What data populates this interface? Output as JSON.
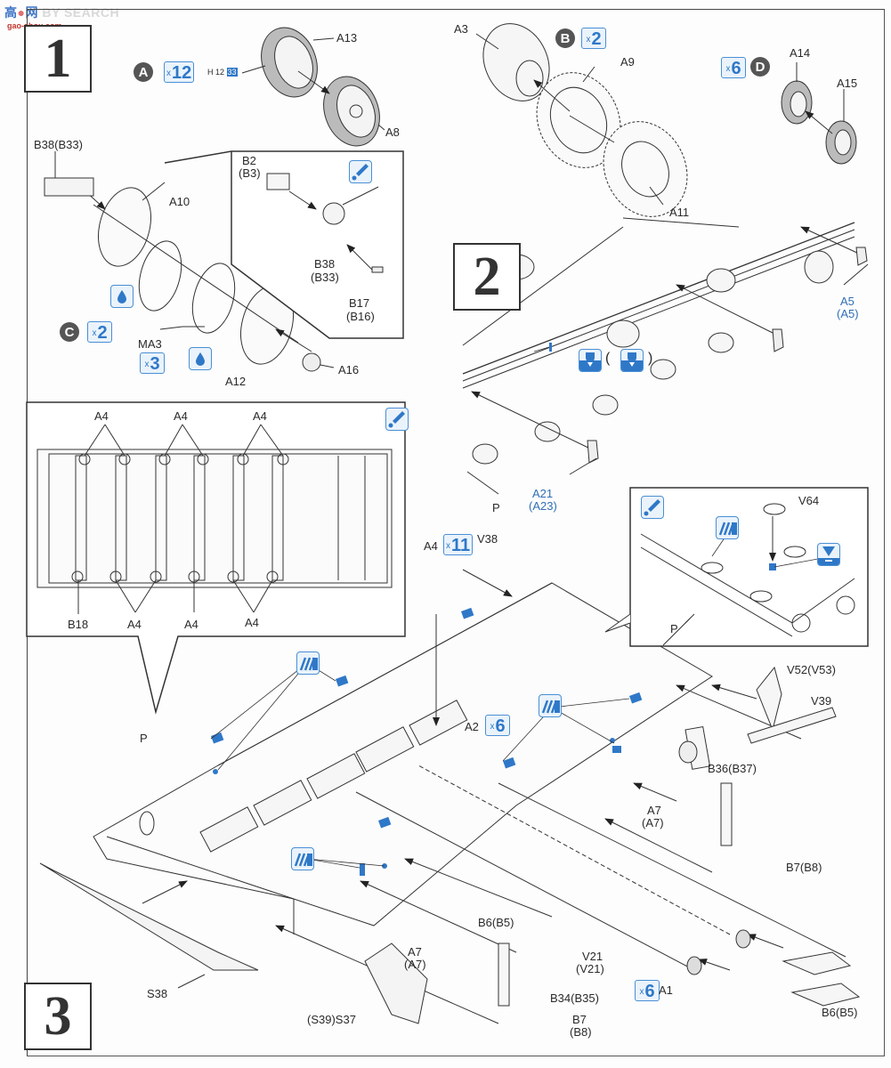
{
  "watermark": {
    "logo_text": "高",
    "logo_text2": "网",
    "brand": "BY SEARCH",
    "url": "gao-shou.com"
  },
  "steps": [
    {
      "number": "1"
    },
    {
      "number": "2"
    },
    {
      "number": "3"
    }
  ],
  "step1": {
    "badge_A": {
      "letter": "A",
      "qty_x": "x",
      "qty_n": "12"
    },
    "paint_ref": {
      "prefix": "H 12",
      "code": "33"
    },
    "badge_B": {
      "letter": "B",
      "qty_x": "x",
      "qty_n": "2"
    },
    "badge_C": {
      "letter": "C",
      "qty_x": "x",
      "qty_n": "2"
    },
    "badge_D": {
      "letter": "D",
      "qty_x": "x",
      "qty_n": "6"
    },
    "ma3_qty": {
      "qty_x": "x",
      "qty_n": "3"
    },
    "labels": {
      "A13": "A13",
      "A8": "A8",
      "A3": "A3",
      "A9": "A9",
      "A11": "A11",
      "A14": "A14",
      "A15": "A15",
      "B38_B33": "B38(B33)",
      "A10": "A10",
      "MA3": "MA3",
      "A12": "A12",
      "A16": "A16"
    },
    "inset": {
      "B2": "B2",
      "B3": "(B3)",
      "B38": "B38",
      "B33": "(B33)",
      "B17": "B17",
      "B16": "(B16)"
    }
  },
  "step2": {
    "labels": {
      "A5": "A5",
      "A5b": "(A5)",
      "A21": "A21",
      "A23": "(A23)",
      "P": "P"
    },
    "paren_open": "(",
    "paren_close": ")"
  },
  "plan_view": {
    "labels_top": [
      "A4",
      "A4",
      "A4"
    ],
    "labels_bottom": [
      "B18",
      "A4",
      "A4",
      "A4"
    ]
  },
  "step3": {
    "inset": {
      "V64": "V64",
      "P": "P"
    },
    "a4_qty": {
      "label": "A4",
      "qty_x": "x",
      "qty_n": "11"
    },
    "a2_qty": {
      "label": "A2",
      "qty_x": "x",
      "qty_n": "6"
    },
    "a1_qty": {
      "label": "A1",
      "qty_x": "x",
      "qty_n": "6"
    },
    "labels": {
      "V38": "V38",
      "P": "P",
      "V52_V53": "V52(V53)",
      "V39": "V39",
      "B36_B37": "B36(B37)",
      "A7a": "A7",
      "A7a2": "(A7)",
      "B7_B8a": "B7(B8)",
      "B6_B5a": "B6(B5)",
      "A7b": "A7",
      "A7b2": "(A7)",
      "V21": "V21",
      "V21b": "(V21)",
      "B34_B35": "B34(B35)",
      "B7b": "B7",
      "B8b": "(B8)",
      "S39_S37": "(S39)S37",
      "S38": "S38",
      "B6_B5b": "B6(B5)"
    }
  },
  "colors": {
    "accent_blue": "#2f78c8",
    "badge_gray": "#555555",
    "line": "#333333"
  }
}
